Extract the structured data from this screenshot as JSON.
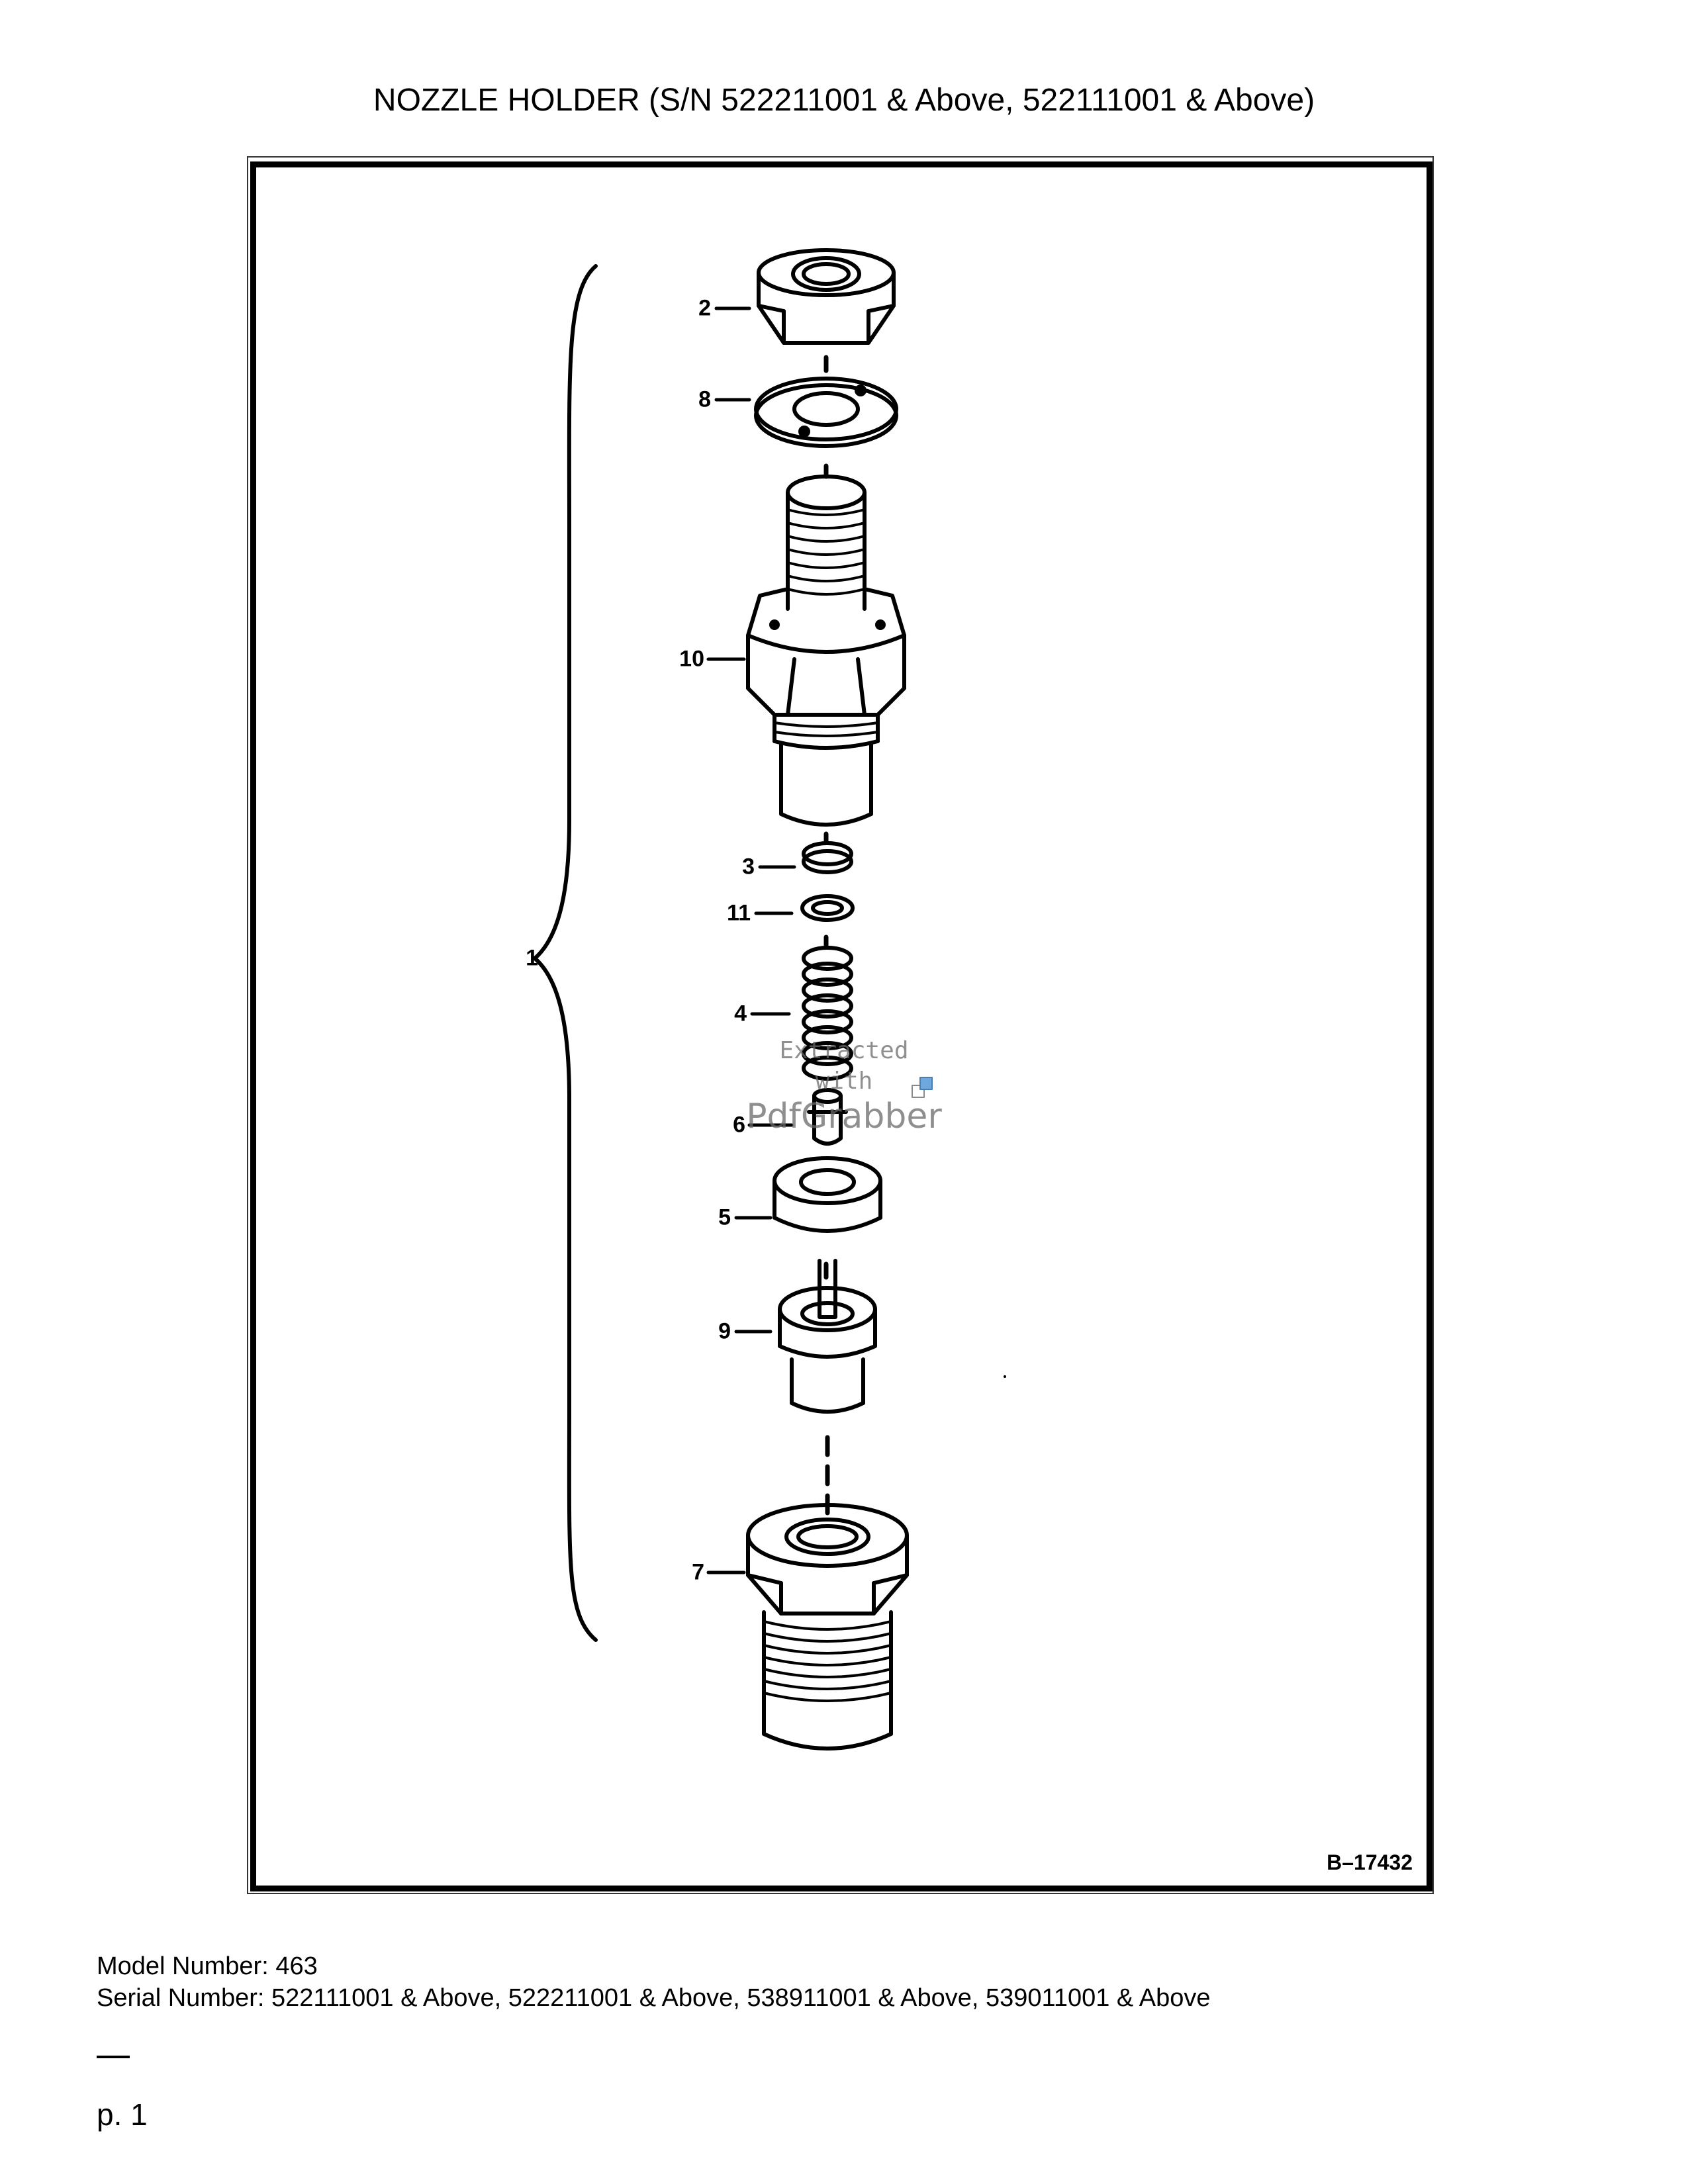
{
  "title": "NOZZLE HOLDER (S/N 522211001 & Above, 522111001 & Above)",
  "diagram": {
    "reference": "B–17432",
    "callouts": [
      {
        "id": "1",
        "label": "1"
      },
      {
        "id": "2",
        "label": "2"
      },
      {
        "id": "8",
        "label": "8"
      },
      {
        "id": "10",
        "label": "10"
      },
      {
        "id": "3",
        "label": "3"
      },
      {
        "id": "11",
        "label": "11"
      },
      {
        "id": "4",
        "label": "4"
      },
      {
        "id": "6",
        "label": "6"
      },
      {
        "id": "5",
        "label": "5"
      },
      {
        "id": "9",
        "label": "9"
      },
      {
        "id": "7",
        "label": "7"
      }
    ],
    "watermark": {
      "line1": "Extracted",
      "line2": "with",
      "line3": "PdfGrabber"
    }
  },
  "footer": {
    "model": "Model Number: 463",
    "serial": "Serial Number: 522111001 & Above, 522211001 & Above, 538911001 & Above, 539011001 & Above",
    "page": "p. 1"
  }
}
